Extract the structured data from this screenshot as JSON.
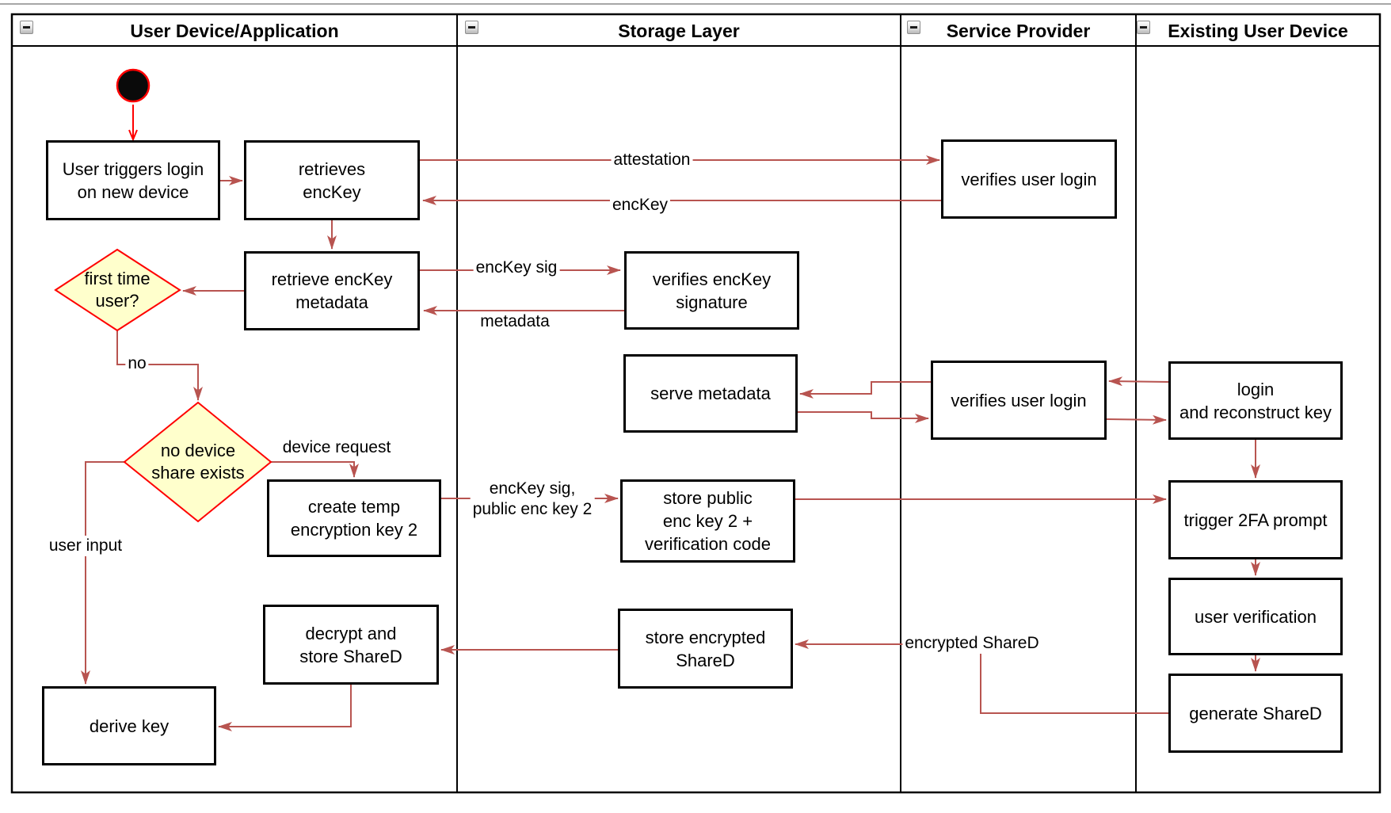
{
  "colors": {
    "edge": "#B85450",
    "start_edge": "#FF0000",
    "decision_fill": "#FFFFCC",
    "decision_stroke": "#FF0000",
    "start_fill": "#0a0a0a",
    "start_stroke": "#FF0000",
    "node_stroke": "#000000",
    "node_fill": "#FFFFFF",
    "lane_border": "#000000"
  },
  "lanes": [
    {
      "title": "User Device/Application"
    },
    {
      "title": "Storage Layer"
    },
    {
      "title": "Service Provider"
    },
    {
      "title": "Existing User Device"
    }
  ],
  "nodes": {
    "user_triggers_login": {
      "label": "User triggers login\non new device"
    },
    "retrieves_enckey": {
      "label": "retrieves\nencKey"
    },
    "retrieve_enckey_metadata": {
      "label": "retrieve encKey\nmetadata"
    },
    "first_time_user": {
      "label": "first time\nuser?"
    },
    "no_device_share_exists": {
      "label": "no device\nshare exists"
    },
    "create_temp_key2": {
      "label": "create temp\nencryption key 2"
    },
    "decrypt_store_shared": {
      "label": "decrypt and\nstore ShareD"
    },
    "derive_key": {
      "label": "derive key"
    },
    "verifies_enckey_signature": {
      "label": "verifies encKey\nsignature"
    },
    "serve_metadata": {
      "label": "serve metadata"
    },
    "store_public_enc_key2": {
      "label": "store public\nenc key 2 +\nverification code"
    },
    "store_encrypted_shared": {
      "label": "store encrypted\nShareD"
    },
    "verifies_user_login_top": {
      "label": "verifies user login"
    },
    "verifies_user_login_mid": {
      "label": "verifies user login"
    },
    "login_reconstruct_key": {
      "label": "login\nand reconstruct key"
    },
    "trigger_2fa_prompt": {
      "label": "trigger 2FA prompt"
    },
    "user_verification": {
      "label": "user verification"
    },
    "generate_shared": {
      "label": "generate ShareD"
    }
  },
  "edge_labels": {
    "attestation": "attestation",
    "enckey": "encKey",
    "enckey_sig": "encKey sig",
    "metadata": "metadata",
    "no": "no",
    "device_request": "device request",
    "enckey_sig_public_key2": "encKey sig,\npublic enc key 2",
    "user_input": "user input",
    "encrypted_shared": "encrypted ShareD"
  }
}
